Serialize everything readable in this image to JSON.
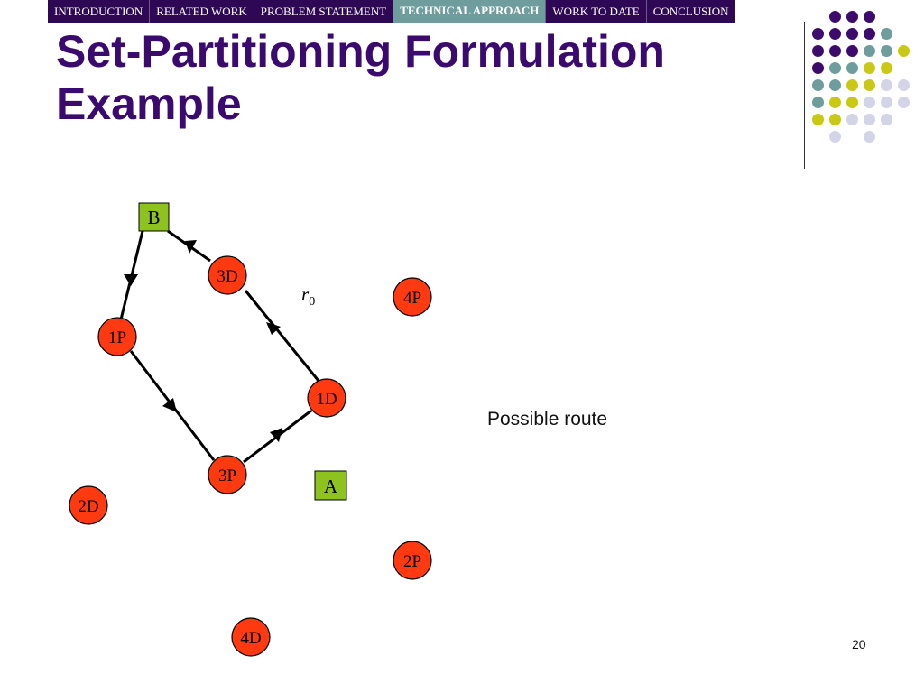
{
  "nav": {
    "tabs": [
      {
        "label": "INTRODUCTION",
        "active": false
      },
      {
        "label": "RELATED WORK",
        "active": false
      },
      {
        "label": "PROBLEM STATEMENT",
        "active": false
      },
      {
        "label": "TECHNICAL APPROACH",
        "active": true
      },
      {
        "label": "WORK TO DATE",
        "active": false
      },
      {
        "label": "CONCLUSION",
        "active": false
      }
    ]
  },
  "title": {
    "line1": "Set-Partitioning Formulation",
    "line2": "Example"
  },
  "colors": {
    "title": "#3a0a6e",
    "nav_bg": "#2e0854",
    "nav_active": "#6f9c9c",
    "node_fill": "#ff3a10",
    "depot_fill": "#8dc21f",
    "purple": "#3d0b6b",
    "teal": "#6f9c9c",
    "olive": "#c9c915",
    "lavender": "#d4d4e8"
  },
  "diagram": {
    "depots": [
      {
        "label": "B"
      },
      {
        "label": "A"
      }
    ],
    "nodes": [
      {
        "label": "3D"
      },
      {
        "label": "4P"
      },
      {
        "label": "1P"
      },
      {
        "label": "1D"
      },
      {
        "label": "3P"
      },
      {
        "label": "2D"
      },
      {
        "label": "2P"
      },
      {
        "label": "4D"
      }
    ],
    "route_label": {
      "base": "r",
      "subscript": "0"
    }
  },
  "caption": "Possible route",
  "page_number": "20"
}
